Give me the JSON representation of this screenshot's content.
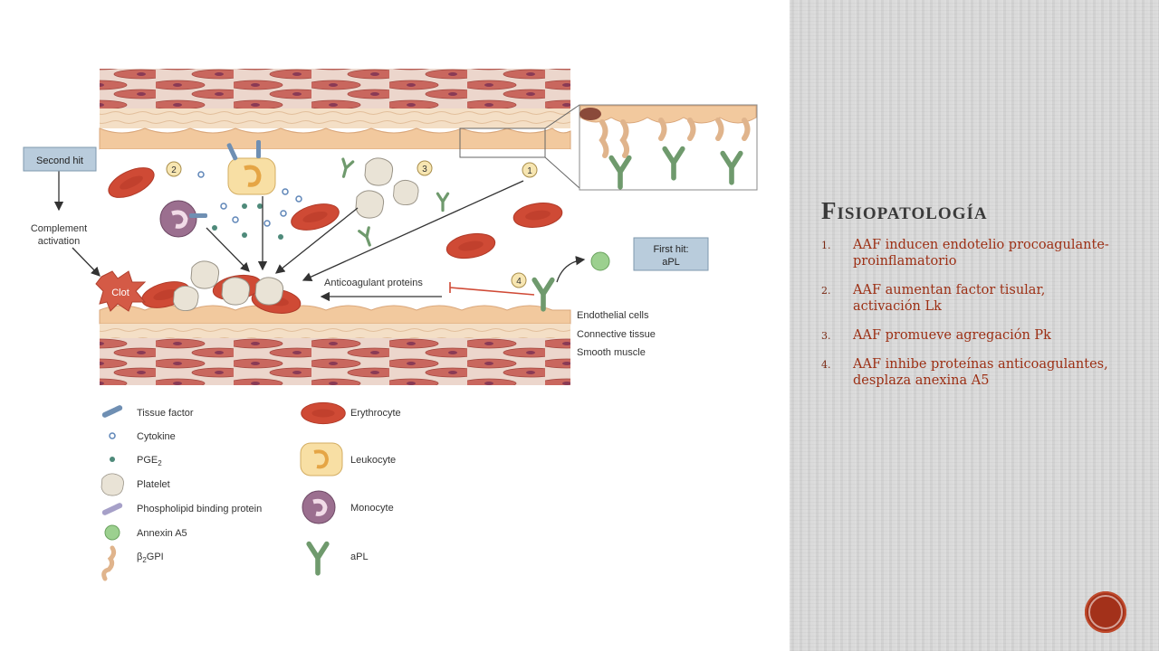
{
  "slide": {
    "title": "Fisiopatología",
    "points": [
      {
        "num": "1.",
        "text": "AAF inducen endotelio procoagulante-proinflamatorio"
      },
      {
        "num": "2.",
        "text": "AAF aumentan factor tisular, activación Lk"
      },
      {
        "num": "3.",
        "text": "AAF promueve agregación Pk"
      },
      {
        "num": "4.",
        "text": "AAF inhibe proteínas anticoagulantes, desplaza anexina A5"
      }
    ]
  },
  "diagram": {
    "second_hit": "Second hit",
    "complement": [
      "Complement",
      "activation"
    ],
    "clot": "Clot",
    "first_hit": [
      "First hit:",
      "aPL"
    ],
    "anticoagulant": "Anticoagulant proteins",
    "markers": [
      "1",
      "2",
      "3",
      "4"
    ],
    "layers": [
      "Endothelial cells",
      "Connective tissue",
      "Smooth muscle"
    ],
    "legend_left": [
      "Tissue factor",
      "Cytokine",
      "PGE",
      "Platelet",
      "Phospholipid binding protein",
      "Annexin A5",
      "GPI"
    ],
    "pge_sub": "2",
    "b2_prefix": "β",
    "b2_sub": "2",
    "legend_right": [
      "Erythrocyte",
      "Leukocyte",
      "Monocyte",
      "aPL"
    ]
  },
  "colors": {
    "accent": "#9c2f14",
    "muscle": "#c9675e",
    "connective": "#f2d9bc",
    "erythrocyte": "#cf4a35",
    "box": "#b9ccdc"
  }
}
